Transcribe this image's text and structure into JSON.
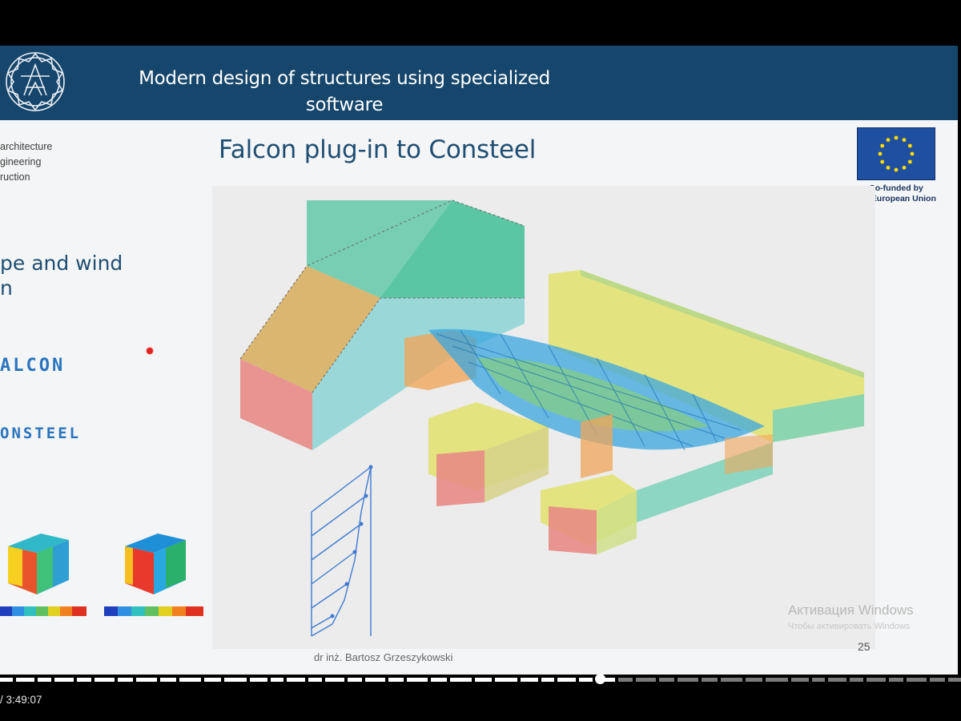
{
  "slide": {
    "header_title": "Modern design of structures using specialized software",
    "faculty_lines": [
      "architecture",
      "gineering",
      "ruction"
    ],
    "title": "Falcon plug-in to Consteel",
    "left_heading": "pe and wind\nn",
    "brand_falcon": "ALCON",
    "brand_consteel": "ONSTEEL",
    "eu_badge_text": "Co-funded by\nthe European Union",
    "author": "dr inż. Bartosz Grzeszykowski",
    "page_number": "25"
  },
  "watermark": {
    "line1": "Активация Windows",
    "line2": "Чтобы активировать Windows"
  },
  "player": {
    "time": "/ 3:49:07",
    "progress_fraction": 0.624
  },
  "colors": {
    "header_bg": "#16466b",
    "title": "#1f4e72",
    "brand": "#2a74bd",
    "eu_blue": "#1f4fa0",
    "eu_star": "#ffdd00"
  },
  "icons": [
    "university-logo",
    "eu-flag-icon",
    "wind-profile-diagram",
    "pressure-cube-left",
    "pressure-cube-right"
  ]
}
